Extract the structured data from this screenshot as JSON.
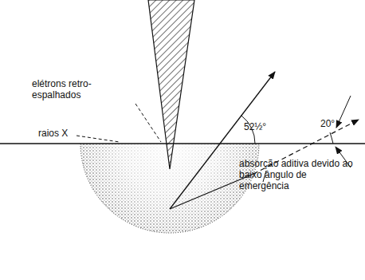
{
  "diagram": {
    "labels": [
      "elétrons retro-espalhados",
      "raios X",
      "52½°",
      "20°",
      "absorção aditiva devido ao baixo ângulo de emergência"
    ]
  }
}
